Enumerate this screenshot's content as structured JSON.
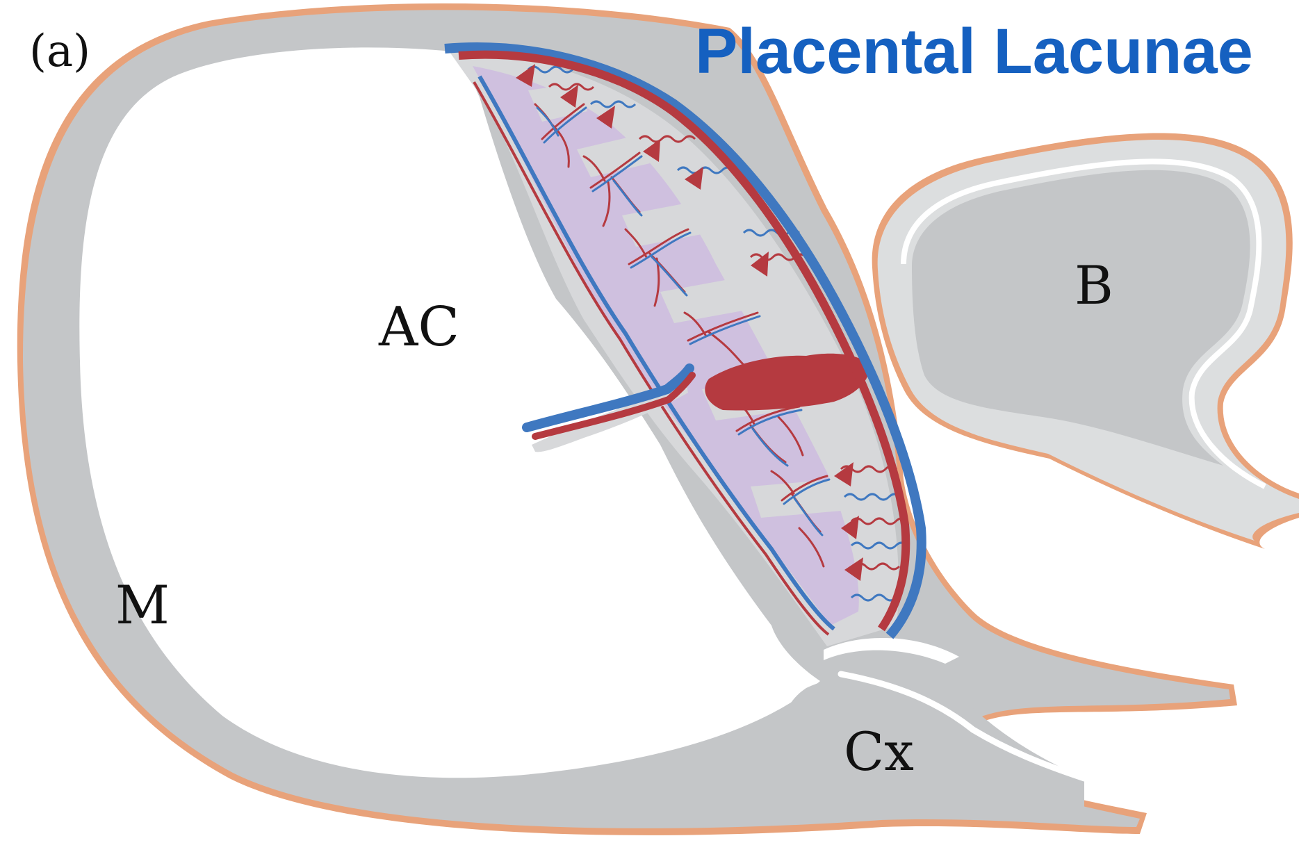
{
  "panel_label": "(a)",
  "title": "Placental Lacunae",
  "labels": {
    "amniotic_cavity": "AC",
    "bladder": "B",
    "myometrium": "M",
    "cervix": "Cx"
  },
  "colors": {
    "title": "#1560c0",
    "tissue_gray": "#c4c6c8",
    "light_gray": "#dcdedf",
    "serosa_orange": "#e8a27a",
    "artery_red": "#b53a40",
    "vein_blue": "#3f78c0",
    "villi_lavender": "#cfc0df"
  }
}
